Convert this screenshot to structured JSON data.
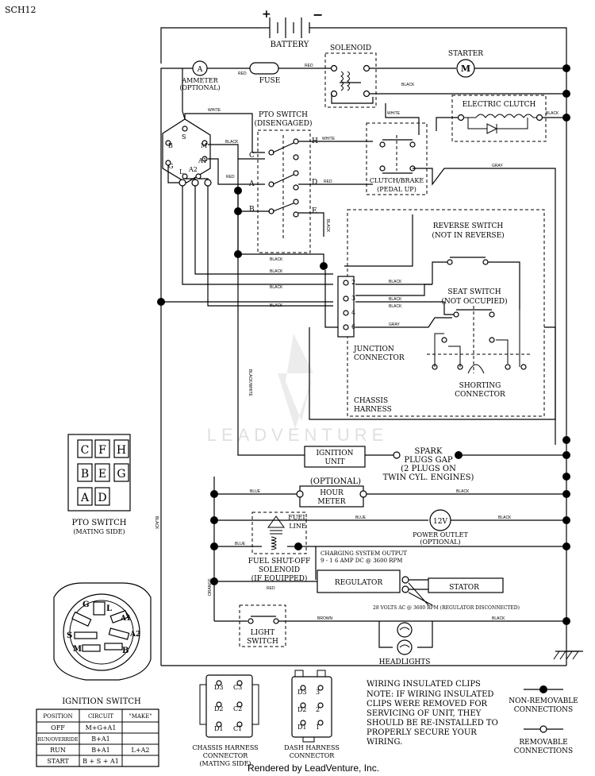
{
  "page_code": "SCH12",
  "footer": "Rendered by LeadVenture, Inc.",
  "watermark": "LEADVENTURE",
  "components": {
    "battery": "BATTERY",
    "battery_plus": "+",
    "battery_minus": "−",
    "solenoid": "SOLENOID",
    "starter": "STARTER",
    "starter_symbol": "M",
    "ammeter": "AMMETER",
    "ammeter_optional": "(OPTIONAL)",
    "ammeter_symbol": "A",
    "fuse": "FUSE",
    "electric_clutch": "ELECTRIC CLUTCH",
    "pto_switch": "PTO SWITCH",
    "pto_disengaged": "(DISENGAGED)",
    "clutch_brake": "CLUTCH/BRAKE",
    "pedal_up": "(PEDAL UP)",
    "reverse_switch": "REVERSE SWITCH",
    "not_in_reverse": "(NOT IN REVERSE)",
    "seat_switch": "SEAT SWITCH",
    "not_occupied": "(NOT OCCUPIED)",
    "junction": "JUNCTION",
    "connector": "CONNECTOR",
    "shorting": "SHORTING",
    "chassis": "CHASSIS",
    "harness": "HARNESS",
    "ignition_unit_1": "IGNITION",
    "ignition_unit_2": "UNIT",
    "spark_1": "SPARK",
    "spark_2": "PLUGS GAP",
    "spark_3": "(2 PLUGS ON",
    "spark_4": "TWIN CYL. ENGINES)",
    "hour_optional": "(OPTIONAL)",
    "hour_1": "HOUR",
    "hour_2": "METER",
    "power_outlet": "POWER OUTLET",
    "power_optional": "(OPTIONAL)",
    "outlet_symbol": "12V",
    "fuel_1": "FUEL",
    "fuel_2": "LINE",
    "fuel_shutoff": "FUEL SHUT-OFF",
    "solenoid_label": "SOLENOID",
    "if_equipped": "(IF EQUIPPED)",
    "charging_output": "CHARGING SYSTEM OUTPUT",
    "charging_rating": "9 - 1 6 AMP DC @ 3600 RPM",
    "regulator": "REGULATOR",
    "stator": "STATOR",
    "stator_rating": "28 VOLTS AC @ 3600 RPM (REGULATOR DISCONNECTED)",
    "light_1": "LIGHT",
    "light_2": "SWITCH",
    "headlights": "HEADLIGHTS"
  },
  "ignition_terminals": [
    "B",
    "S",
    "M",
    "G",
    "L",
    "A2",
    "A1"
  ],
  "pto_terminals": [
    "C",
    "H",
    "A",
    "D",
    "B",
    "E"
  ],
  "junction_pins": [
    "2",
    "3",
    "4",
    "6"
  ],
  "wire_labels": {
    "red": "RED",
    "black": "BLACK",
    "white": "WHITE",
    "gray": "GRAY",
    "blue": "BLUE",
    "orange": "ORANGE",
    "brown": "BROWN",
    "black_white": "BLACK/WHITE"
  },
  "pto_mating": {
    "grid": [
      [
        "C",
        "F",
        "H"
      ],
      [
        "B",
        "E",
        "G"
      ],
      [
        "A",
        "D",
        ""
      ]
    ],
    "title": "PTO SWITCH",
    "subtitle": "(MATING SIDE)"
  },
  "ignition_switch": {
    "title": "IGNITION SWITCH",
    "face_labels": [
      "G",
      "L",
      "A1",
      "S",
      "A2",
      "M",
      "B"
    ],
    "table": {
      "headers": [
        "POSITION",
        "CIRCUIT",
        "\"MAKE\""
      ],
      "rows": [
        [
          "OFF",
          "M+G+A1",
          ""
        ],
        [
          "RUN/OVERRIDE",
          "B+A1",
          ""
        ],
        [
          "RUN",
          "B+A1",
          "L+A2"
        ],
        [
          "START",
          "B + S + A1",
          ""
        ]
      ]
    }
  },
  "chassis_connector": {
    "pins": [
      "D3",
      "C3",
      "D2",
      "C2",
      "D1",
      "C1"
    ],
    "lines": [
      "CHASSIS HARNESS",
      "CONNECTOR",
      "(MATING SIDE)"
    ]
  },
  "dash_connector": {
    "pins": [
      "D3",
      "3",
      "D2",
      "2",
      "D1",
      "1"
    ],
    "lines": [
      "DASH HARNESS",
      "CONNECTOR"
    ]
  },
  "notes": {
    "title": "WIRING INSULATED CLIPS",
    "lines": [
      "NOTE:  IF WIRING INSULATED",
      "CLIPS WERE REMOVED FOR",
      "SERVICING OF UNIT, THEY",
      "SHOULD BE RE-INSTALLED TO",
      "PROPERLY SECURE YOUR",
      "WIRING."
    ]
  },
  "legend": {
    "non_removable": [
      "NON-REMOVABLE",
      "CONNECTIONS"
    ],
    "removable": [
      "REMOVABLE",
      "CONNECTIONS"
    ]
  }
}
